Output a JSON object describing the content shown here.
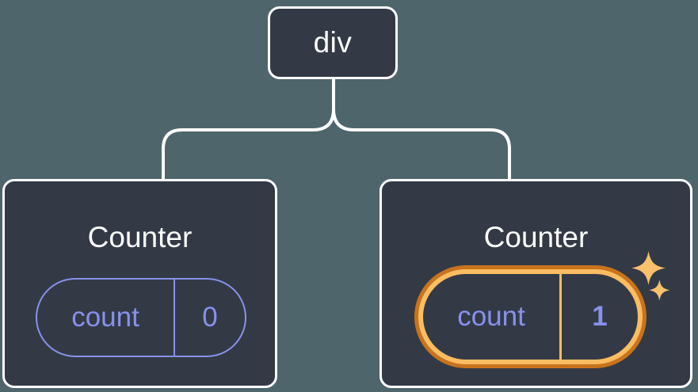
{
  "diagram": {
    "root": {
      "label": "div"
    },
    "children": [
      {
        "title": "Counter",
        "state_key": "count",
        "state_value": "0",
        "highlighted": false
      },
      {
        "title": "Counter",
        "state_key": "count",
        "state_value": "1",
        "highlighted": true
      }
    ]
  },
  "icons": {
    "sparkles": "sparkles-icon"
  },
  "colors": {
    "background": "#4F656C",
    "card_background": "#333A46",
    "outline": "#FFFFFF",
    "state_accent": "#8891EC",
    "highlight_ring_outer": "#C9731D",
    "highlight_ring_inner": "#FABD62",
    "sparkle": "#FAC06C"
  }
}
